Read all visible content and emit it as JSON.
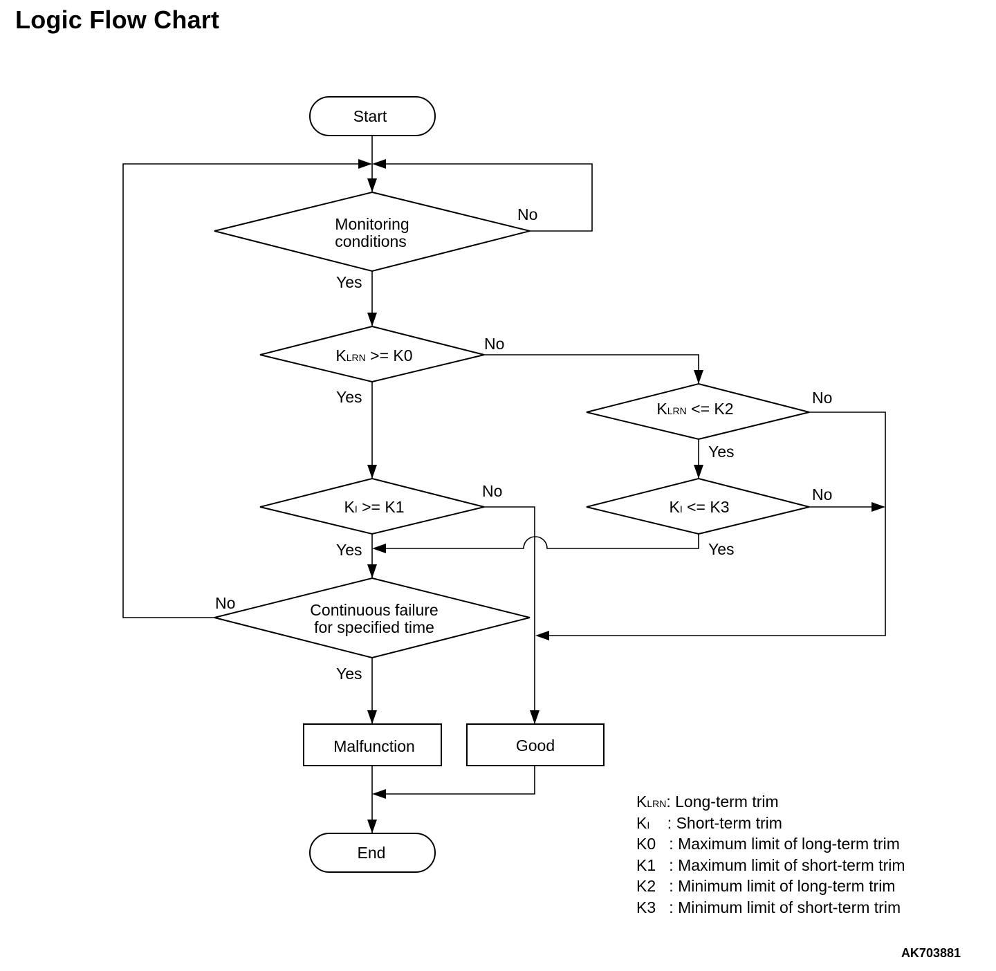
{
  "title": "Logic Flow Chart",
  "figure_id": "AK703881",
  "nodes": {
    "start": "Start",
    "monitoring": {
      "line1": "Monitoring",
      "line2": "conditions"
    },
    "klrn_k0": {
      "k": "K",
      "sub": "LRN",
      "rest": " >= K0"
    },
    "ki_k1": {
      "k": "K",
      "sub": "I",
      "rest": " >= K1"
    },
    "klrn_k2": {
      "k": "K",
      "sub": "LRN",
      "rest": " <= K2"
    },
    "ki_k3": {
      "k": "K",
      "sub": "I",
      "rest": " <= K3"
    },
    "continuous": {
      "line1": "Continuous failure",
      "line2": "for specified time"
    },
    "malfunction": "Malfunction",
    "good": "Good",
    "end": "End"
  },
  "branch_labels": {
    "yes": "Yes",
    "no": "No"
  },
  "legend": [
    {
      "k": "K",
      "sub": "LRN",
      "sep": ":",
      "desc": " Long-term trim"
    },
    {
      "k": "K",
      "sub": "I",
      "sep": "    :",
      "desc": " Short-term trim"
    },
    {
      "k": "K0",
      "sub": "",
      "sep": "   :",
      "desc": " Maximum limit of long-term trim"
    },
    {
      "k": "K1",
      "sub": "",
      "sep": "   :",
      "desc": " Maximum limit of short-term trim"
    },
    {
      "k": "K2",
      "sub": "",
      "sep": "   :",
      "desc": " Minimum limit of long-term trim"
    },
    {
      "k": "K3",
      "sub": "",
      "sep": "   :",
      "desc": " Minimum limit of short-term trim"
    }
  ]
}
